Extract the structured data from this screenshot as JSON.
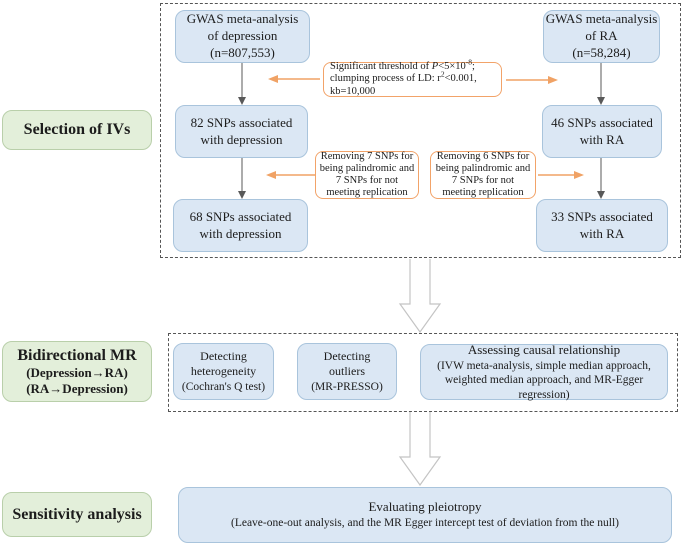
{
  "colors": {
    "box_blue_fill": "#dbe7f4",
    "box_blue_border": "#a9c4dc",
    "box_green_fill": "#e3efda",
    "box_green_border": "#b9cfaa",
    "callout_orange_border": "#f2a369",
    "arrow_orange": "#f0a265",
    "arrow_gray": "#595959",
    "big_arrow_outline": "#c4c4c4",
    "dashed_border": "#555555"
  },
  "sections": {
    "selection": {
      "label": "Selection of IVs"
    },
    "bidirectional": {
      "line1": "Bidirectional MR",
      "line2": "(Depression→RA)",
      "line3": "(RA→Depression)"
    },
    "sensitivity": {
      "label": "Sensitivity analysis"
    }
  },
  "iv_selection": {
    "gwas_depression": {
      "line1": "GWAS meta-analysis",
      "line2": "of depression",
      "line3": "(n=807,553)"
    },
    "gwas_ra": {
      "line1": "GWAS meta-analysis",
      "line2": "of RA",
      "line3": "(n=58,284)"
    },
    "threshold_note": {
      "l1a": "Significant threshold of ",
      "l1_p": "P",
      "l1b": "<5×10",
      "l1_sup": "-8",
      "l1c": ";",
      "l2a": "clumping process of LD: r",
      "l2_sup": "2",
      "l2b": "<0.001, kb=10,000"
    },
    "snps_82": {
      "line1": "82 SNPs associated",
      "line2": "with depression"
    },
    "snps_46": {
      "line1": "46 SNPs associated",
      "line2": "with RA"
    },
    "removing_depression": {
      "line1": "Removing 7 SNPs for",
      "line2": "being palindromic and",
      "line3": "7 SNPs for not",
      "line4": "meeting replication"
    },
    "removing_ra": {
      "line1": "Removing 6 SNPs for",
      "line2": "being palindromic and",
      "line3": "7 SNPs for not",
      "line4": "meeting replication"
    },
    "snps_68": {
      "line1": "68 SNPs associated",
      "line2": "with depression"
    },
    "snps_33": {
      "line1": "33 SNPs associated",
      "line2": "with RA"
    }
  },
  "mr_analysis": {
    "heterogeneity": {
      "line1": "Detecting",
      "line2": "heterogeneity",
      "line3": "(Cochran's Q test)"
    },
    "outliers": {
      "line1": "Detecting",
      "line2": "outliers",
      "line3": "(MR-PRESSO)"
    },
    "causal": {
      "line1": "Assessing causal relationship",
      "line2": "(IVW meta-analysis, simple median approach,",
      "line3": "weighted median approach, and MR-Egger regression)"
    }
  },
  "sensitivity_analysis": {
    "pleiotropy": {
      "line1": "Evaluating pleiotropy",
      "line2": "(Leave-one-out analysis, and the MR Egger intercept test of deviation from the null)"
    }
  }
}
